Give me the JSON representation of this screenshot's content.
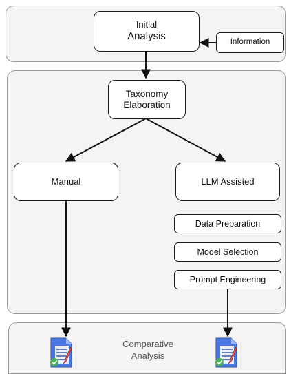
{
  "nodes": {
    "initial_line1": "Initial",
    "initial_line2": "Analysis",
    "information": "Information",
    "taxonomy_line1": "Taxonomy",
    "taxonomy_line2": "Elaboration",
    "manual": "Manual",
    "llm_assisted": "LLM Assisted",
    "data_preparation": "Data Preparation",
    "model_selection": "Model Selection",
    "prompt_engineering": "Prompt Engineering"
  },
  "comparative": {
    "line1": "Comparative",
    "line2": "Analysis"
  },
  "icons": {
    "result_doc": "document-checklist-icon"
  },
  "colors": {
    "panel_bg": "#f4f4f4",
    "doc_blue": "#3f6fd8",
    "check_green": "#4caf50",
    "pencil_red": "#d9534f"
  }
}
